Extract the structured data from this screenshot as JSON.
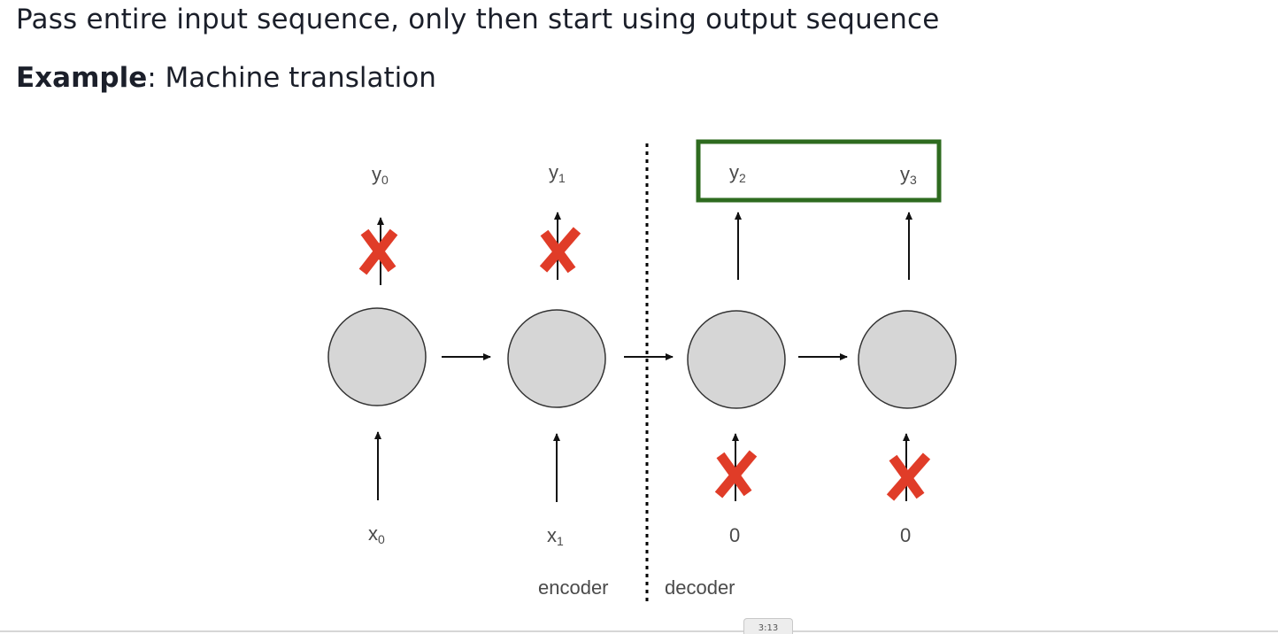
{
  "slide": {
    "headline": "Pass entire input sequence, only then start using output sequence",
    "example_label": "Example",
    "example_text": ": Machine translation"
  },
  "diagram": {
    "outputs": [
      "y0",
      "y1",
      "y2",
      "y3"
    ],
    "inputs": [
      "x0",
      "x1",
      "0",
      "0"
    ],
    "crossed_outputs": [
      true,
      true,
      false,
      false
    ],
    "crossed_inputs": [
      false,
      false,
      true,
      true
    ],
    "highlighted_outputs": [
      "y2",
      "y3"
    ],
    "encoder_label": "encoder",
    "decoder_label": "decoder",
    "colors": {
      "node_fill": "#d6d6d6",
      "node_stroke": "#333333",
      "cross": "#e03c28",
      "highlight_box": "#2e6b1f",
      "divider": "#000000"
    }
  },
  "player": {
    "time_chip": "3:13"
  }
}
